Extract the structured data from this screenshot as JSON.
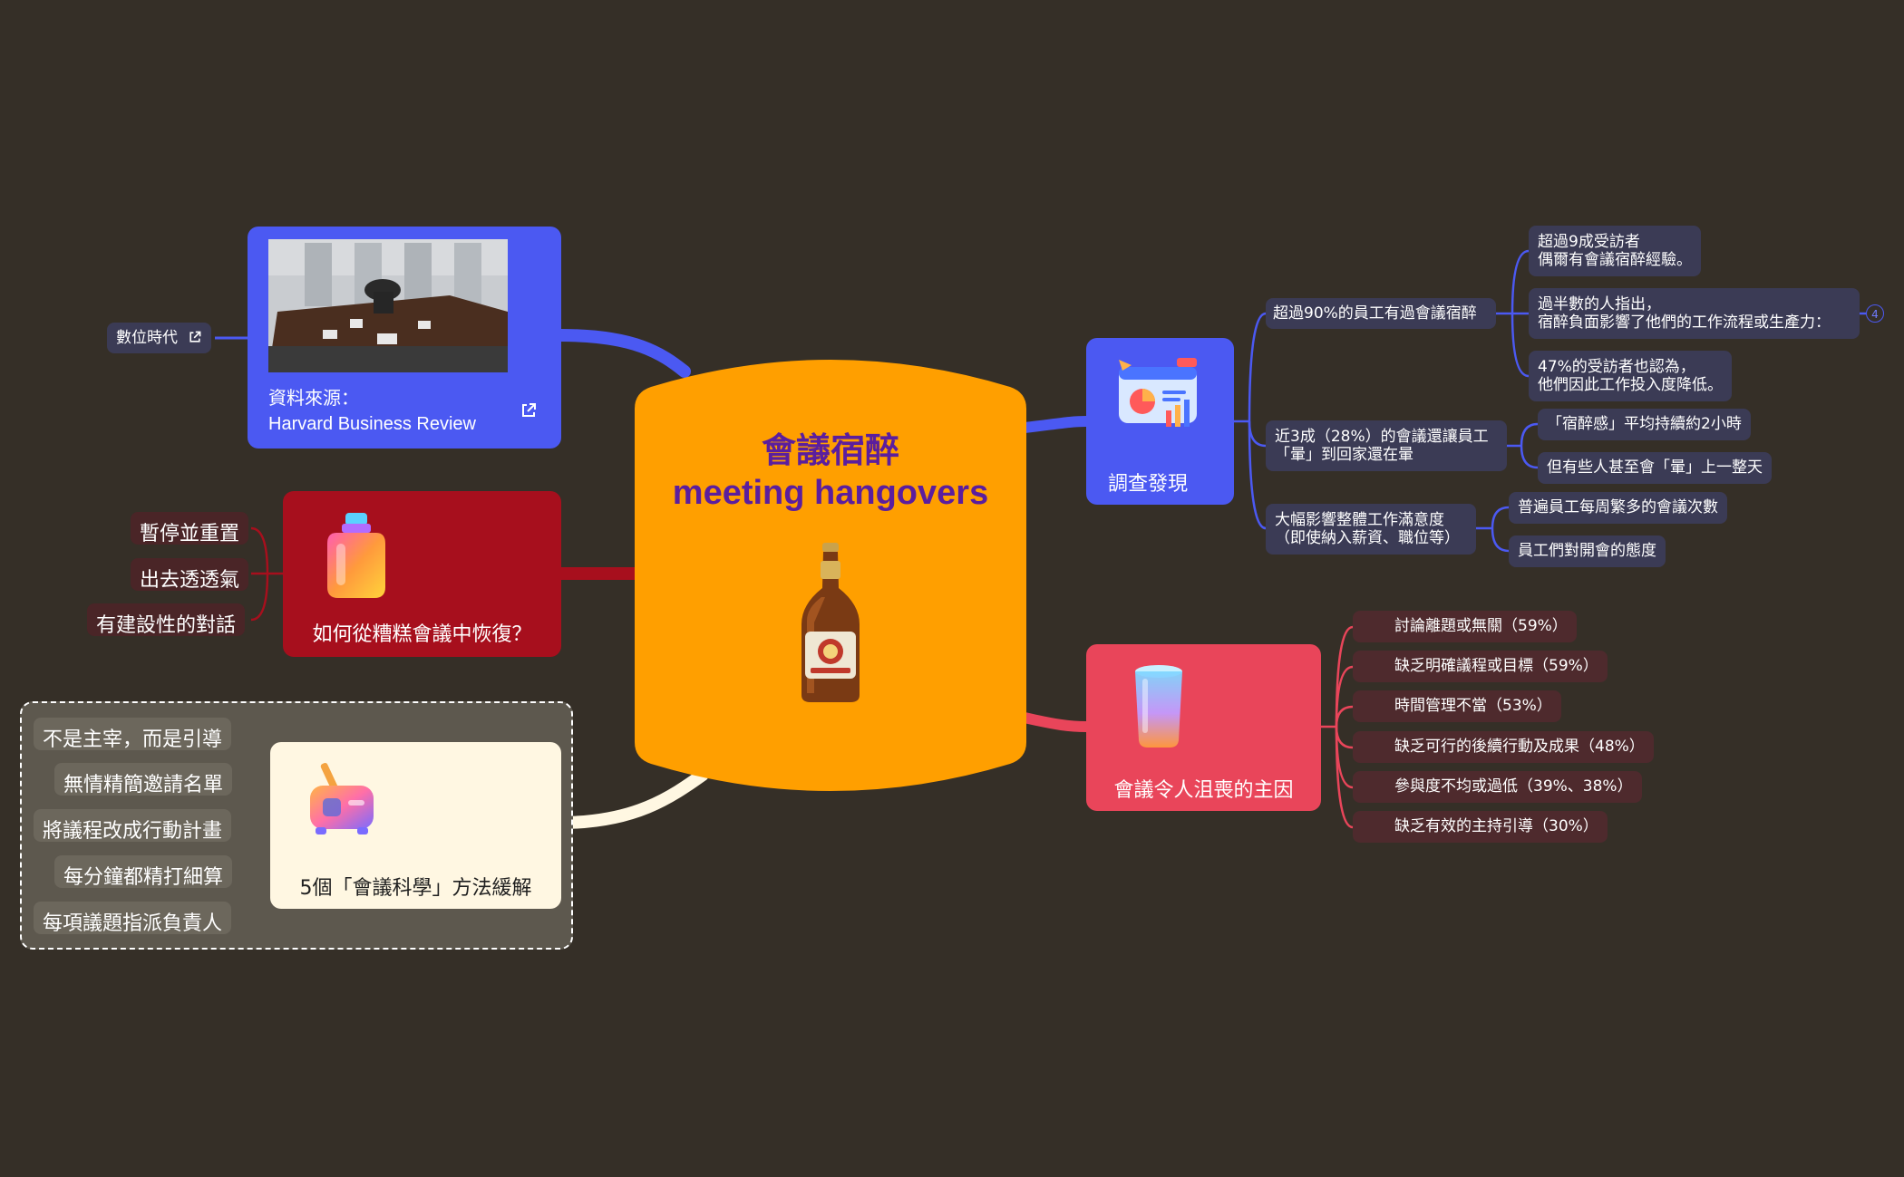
{
  "central": {
    "title": "會議宿醉",
    "subtitle": "meeting hangovers",
    "image_icon": "beer-bottle-icon"
  },
  "source": {
    "label": "資料來源：\nHarvard Business Review",
    "link_icon": "external-link-icon",
    "image_desc": "meeting-room-photo",
    "side_tag": "數位時代"
  },
  "recovery": {
    "label": "如何從糟糕會議中恢復？",
    "icon": "potion-bottle-icon",
    "items": [
      "暫停並重置",
      "出去透透氣",
      "有建設性的對話"
    ]
  },
  "science": {
    "label": "5個「會議科學」方法緩解",
    "icon": "toaster-icon",
    "items": [
      "不是主宰，而是引導",
      "無情精簡邀請名單",
      "將議程改成行動計畫",
      "每分鐘都精打細算",
      "每項議題指派負責人"
    ]
  },
  "findings": {
    "label": "調查發現",
    "icon": "presentation-chart-icon",
    "groups": [
      {
        "label": "超過90%的員工有過會議宿醉",
        "items": [
          "超過9成受訪者\n偶爾有會議宿醉經驗。",
          "過半數的人指出，\n宿醉負面影響了他們的工作流程或生產力：",
          "47%的受訪者也認為，\n他們因此工作投入度降低。"
        ],
        "collapsed_count": "4"
      },
      {
        "label": "近3成（28%）的會議還讓員工\n「暈」到回家還在暈",
        "items": [
          "「宿醉感」平均持續約2小時",
          "但有些人甚至會「暈」上一整天"
        ]
      },
      {
        "label": "大幅影響整體工作滿意度\n（即使納入薪資、職位等）",
        "items": [
          "普遍員工每周繁多的會議次數",
          "員工們對開會的態度"
        ]
      }
    ]
  },
  "causes": {
    "label": "會議令人沮喪的主因",
    "icon": "glass-cup-icon",
    "items": [
      "討論離題或無關（59%）",
      "缺乏明確議程或目標（59%）",
      "時間管理不當（53%）",
      "缺乏可行的後續行動及成果（48%）",
      "參與度不均或過低（39%、38%）",
      "缺乏有效的主持引導（30%）"
    ]
  },
  "colors": {
    "background": "#352f27",
    "central": "#ff9f00",
    "blue": "#4b59f2",
    "red": "#a70f1d",
    "pink": "#e9455a",
    "cream": "#fff7e2"
  }
}
